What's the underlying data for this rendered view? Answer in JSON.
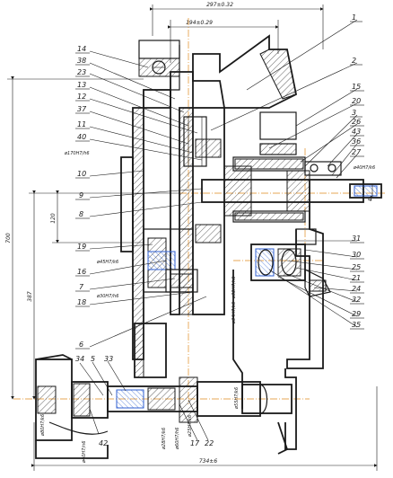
{
  "dimensions": {
    "top_outer": "297±0.32",
    "top_inner": "194±0.29",
    "left_total": "700",
    "left_mid": "387",
    "left_small": "120",
    "bottom": "734±6",
    "fit_a": "ø170H7/h6",
    "fit_b": "ø45H7/k6",
    "fit_c": "ø30H7/h6",
    "fit_d": "ø40H7/k6",
    "fit_e": "ø32H7/h6",
    "fit_f": "ø34H7/k6",
    "fit_g": "ø55H7/k6",
    "fit_h": "ø28H7/k6",
    "fit_i": "ø60H7/h6",
    "fit_j": "ø25H7/k6",
    "fit_k": "ø80H7/k6",
    "fit_l": "ø40H7/n6"
  },
  "labels_left": [
    "14",
    "38",
    "23",
    "13",
    "12",
    "37",
    "11",
    "40",
    "10",
    "9",
    "8",
    "19",
    "16",
    "7",
    "18",
    "6"
  ],
  "labels_right": [
    "1",
    "2",
    "15",
    "20",
    "3",
    "26",
    "43",
    "36",
    "27",
    "4",
    "31",
    "30",
    "25",
    "21",
    "24",
    "32",
    "29",
    "35"
  ],
  "labels_bottom": [
    "34",
    "5",
    "33",
    "22",
    "17",
    "42"
  ]
}
